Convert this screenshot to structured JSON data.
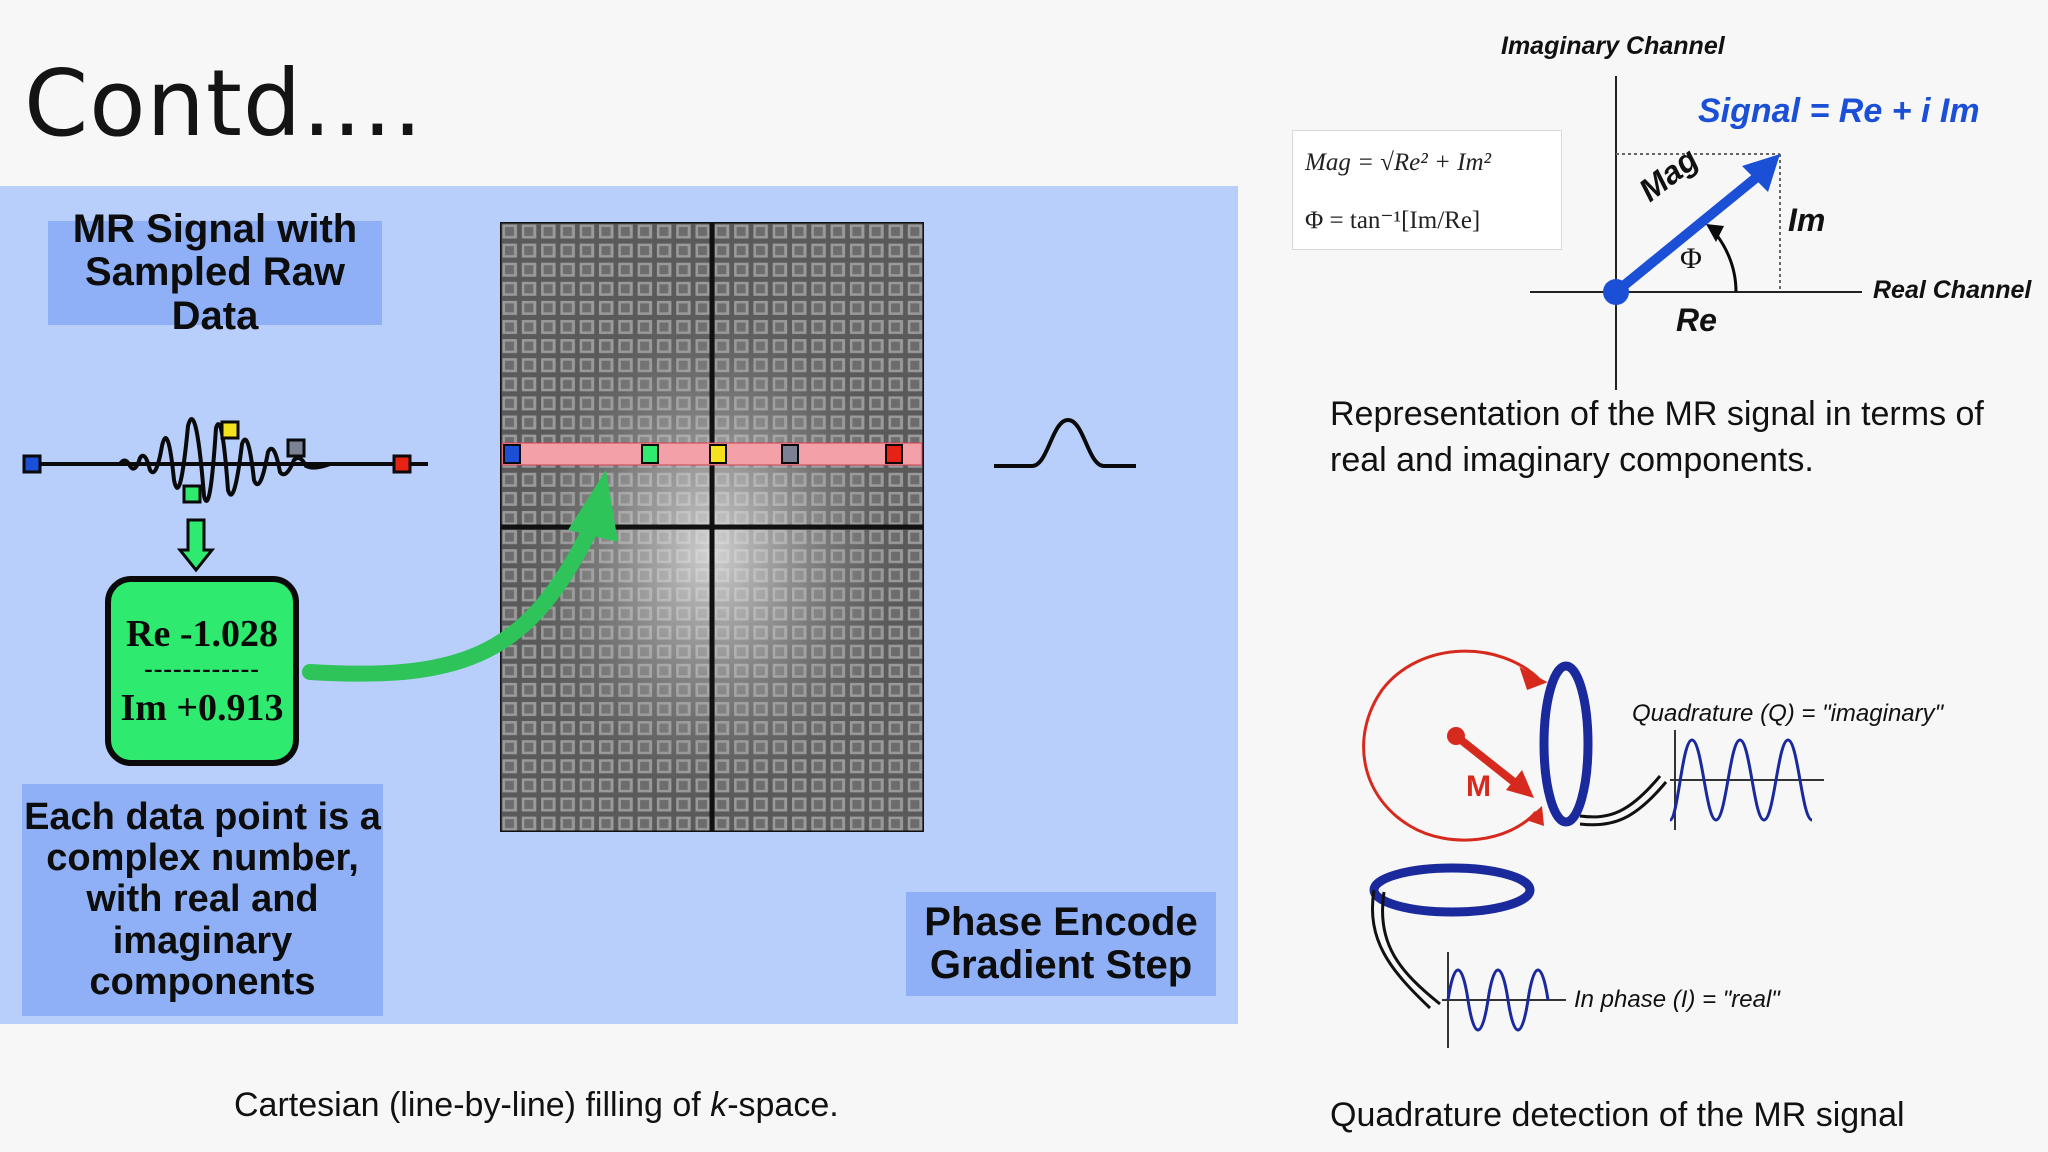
{
  "slide": {
    "title": "Contd...."
  },
  "left_panel": {
    "mr_signal_label": "MR Signal with\nSampled Raw Data",
    "complex_value": {
      "re": "Re -1.028",
      "separator": "------------",
      "im": "Im +0.913"
    },
    "data_point_label": "Each data point is a\ncomplex number,\nwith real and\nimaginary\ncomponents",
    "phase_encode_label": "Phase Encode\nGradient Step",
    "caption_pre": "Cartesian (line-by-line) filling of ",
    "caption_k": "k",
    "caption_post": "-space."
  },
  "complex_plane": {
    "imag_axis_label": "Imaginary Channel",
    "real_axis_label": "Real Channel",
    "signal_formula": "Signal = Re + i Im",
    "mag_label": "Mag",
    "phi_label": "Φ",
    "im_label": "Im",
    "re_label": "Re",
    "formula_mag": "Mag = √Re² + Im²",
    "formula_phi": "Φ = tan⁻¹[Im/Re]",
    "caption": "Representation of the MR signal in terms of real and imaginary components."
  },
  "quadrature": {
    "q_label": "Quadrature (Q) = \"imaginary\"",
    "i_label": "In phase (I) = \"real\"",
    "m_label": "M",
    "caption": "Quadrature detection of the MR signal"
  },
  "colors": {
    "panel_bg": "#b8cffc",
    "label_box": "#8fb0f7",
    "complex_box": "#2eea6f",
    "arrow_green": "#2ec45a",
    "kspace_line": "#f4a0a8",
    "signal_blue": "#1a4fd6",
    "magnetization_red": "#d62a1e",
    "coil_blue": "#1a2a9c"
  },
  "sample_markers": [
    "blue",
    "green",
    "yellow",
    "gray",
    "red"
  ]
}
